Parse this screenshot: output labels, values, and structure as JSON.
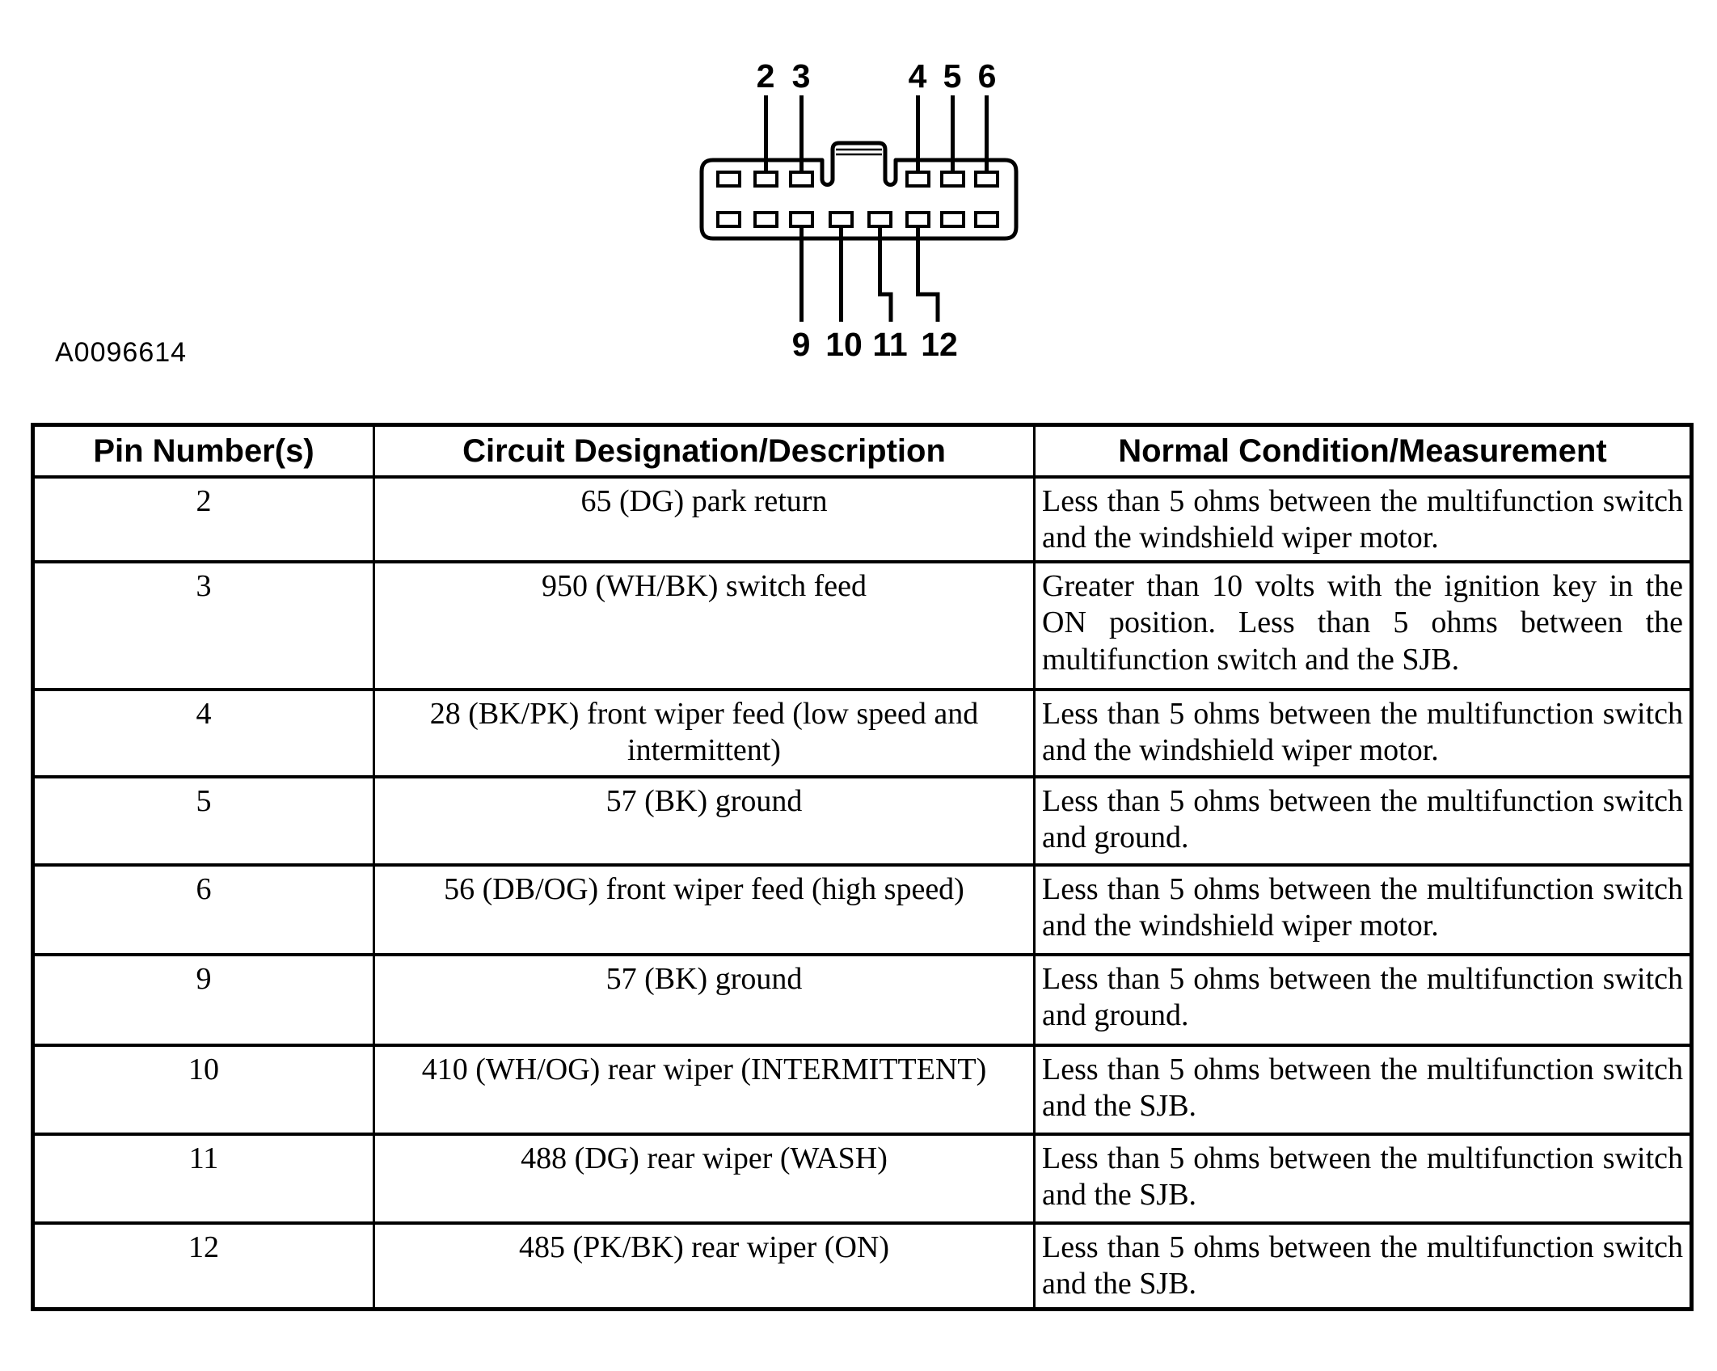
{
  "colors": {
    "ink": "#000000",
    "paper": "#ffffff"
  },
  "figure": {
    "code": "A0096614",
    "top_pin_labels": [
      "2",
      "3",
      "4",
      "5",
      "6"
    ],
    "bottom_pin_labels": [
      "9",
      "10",
      "11",
      "12"
    ]
  },
  "table": {
    "headers": [
      "Pin Number(s)",
      "Circuit Designation/Description",
      "Normal Condition/Measurement"
    ],
    "rows": [
      {
        "pin": "2",
        "circuit": "65 (DG) park return",
        "condition": "Less than 5 ohms between the multifunction switch and the windshield wiper motor."
      },
      {
        "pin": "3",
        "circuit": "950 (WH/BK) switch feed",
        "condition": "Greater than 10 volts with the ignition key in the ON position. Less than 5 ohms between the multifunction switch and the SJB."
      },
      {
        "pin": "4",
        "circuit": "28 (BK/PK) front wiper feed (low speed and intermittent)",
        "condition": "Less than 5 ohms between the multifunction switch and the windshield wiper motor."
      },
      {
        "pin": "5",
        "circuit": "57 (BK) ground",
        "condition": "Less than 5 ohms between the multifunction switch and ground."
      },
      {
        "pin": "6",
        "circuit": "56 (DB/OG) front wiper feed (high speed)",
        "condition": "Less than 5 ohms between the multifunction switch and the windshield wiper motor."
      },
      {
        "pin": "9",
        "circuit": "57 (BK) ground",
        "condition": "Less than 5 ohms between the multifunction switch and ground."
      },
      {
        "pin": "10",
        "circuit": "410 (WH/OG) rear wiper (INTERMITTENT)",
        "condition": "Less than 5 ohms between the multifunction switch and the SJB."
      },
      {
        "pin": "11",
        "circuit": "488 (DG) rear wiper (WASH)",
        "condition": "Less than 5 ohms between the multifunction switch and the SJB."
      },
      {
        "pin": "12",
        "circuit": "485 (PK/BK) rear wiper (ON)",
        "condition": "Less than 5 ohms between the multifunction switch and the SJB."
      }
    ]
  }
}
